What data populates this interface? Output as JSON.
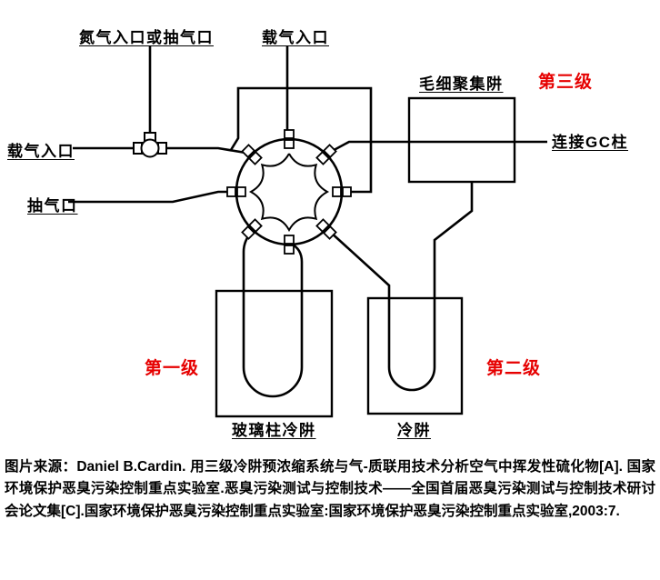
{
  "diagram": {
    "labels": {
      "nitrogen_inlet": "氮气入口或抽气口",
      "carrier_gas_inlet_top": "载气入口",
      "carrier_gas_inlet_left": "载气入口",
      "pump_outlet": "抽气口",
      "capillary_trap": "毛细聚集阱",
      "stage_three": "第三级",
      "gc_column": "连接GC柱",
      "stage_one": "第一级",
      "stage_two": "第二级",
      "glass_column_trap": "玻璃柱冷阱",
      "cold_trap": "冷阱"
    },
    "colors": {
      "stage_label": "#e60000",
      "line": "#000000",
      "background": "#ffffff"
    }
  },
  "citation": {
    "text": "图片来源：Daniel B.Cardin. 用三级冷阱预浓缩系统与气-质联用技术分析空气中挥发性硫化物[A]. 国家环境保护恶臭污染控制重点实验室.恶臭污染测试与控制技术——全国首届恶臭污染测试与控制技术研讨会论文集[C].国家环境保护恶臭污染控制重点实验室:国家环境保护恶臭污染控制重点实验室,2003:7."
  }
}
